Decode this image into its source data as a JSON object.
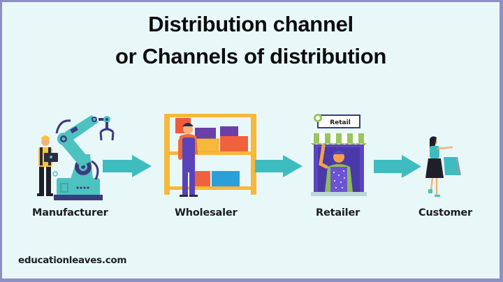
{
  "title": {
    "line1": "Distribution channel",
    "line2": "or Channels of distribution"
  },
  "stages": [
    {
      "label": "Manufacturer",
      "icon": "robot-arm-factory-worker-icon"
    },
    {
      "label": "Wholesaler",
      "icon": "warehouse-shelf-worker-icon"
    },
    {
      "label": "Retailer",
      "icon": "retail-shop-vendor-icon",
      "sign": "Retail"
    },
    {
      "label": "Customer",
      "icon": "shopping-woman-icon"
    }
  ],
  "arrows": [
    {
      "from": "Manufacturer",
      "to": "Wholesaler",
      "icon": "arrow-right-icon"
    },
    {
      "from": "Wholesaler",
      "to": "Retailer",
      "icon": "arrow-right-icon"
    },
    {
      "from": "Retailer",
      "to": "Customer",
      "icon": "arrow-right-icon"
    }
  ],
  "footer": {
    "site": "educationleaves.com"
  },
  "colors": {
    "background": "#e8f8f9",
    "border": "#8e8fc2",
    "arrow": "#3fbcbf",
    "robot": "#4cc3c0",
    "navy": "#3d3a7e",
    "shelf": "#f6b93b",
    "awning_green": "#97c65a"
  }
}
